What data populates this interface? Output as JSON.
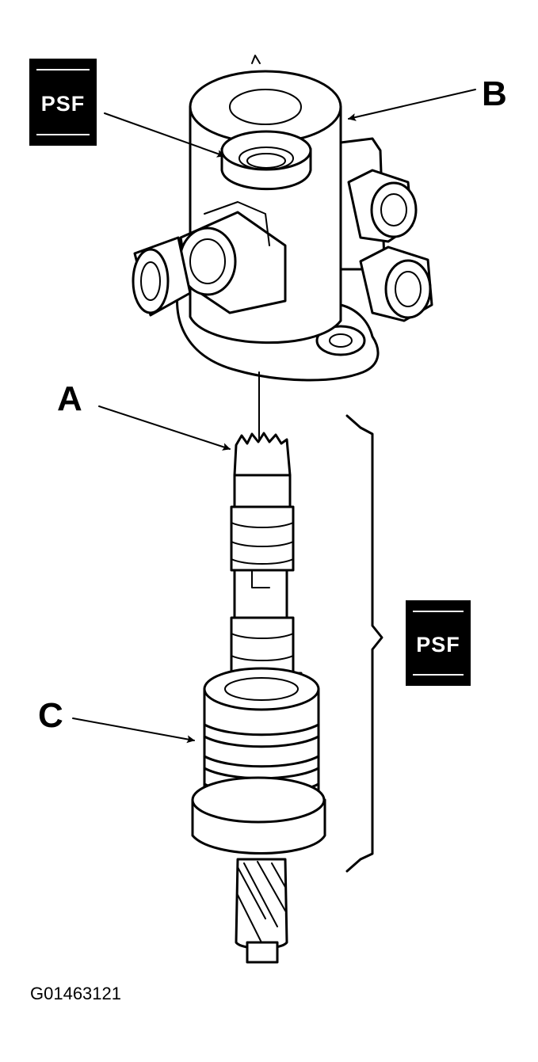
{
  "labels": {
    "a": "A",
    "b": "B",
    "c": "C"
  },
  "badges": {
    "psf_top": "PSF",
    "psf_side": "PSF"
  },
  "figure_id": "G01463121",
  "colors": {
    "ink": "#000000",
    "paper": "#ffffff"
  }
}
